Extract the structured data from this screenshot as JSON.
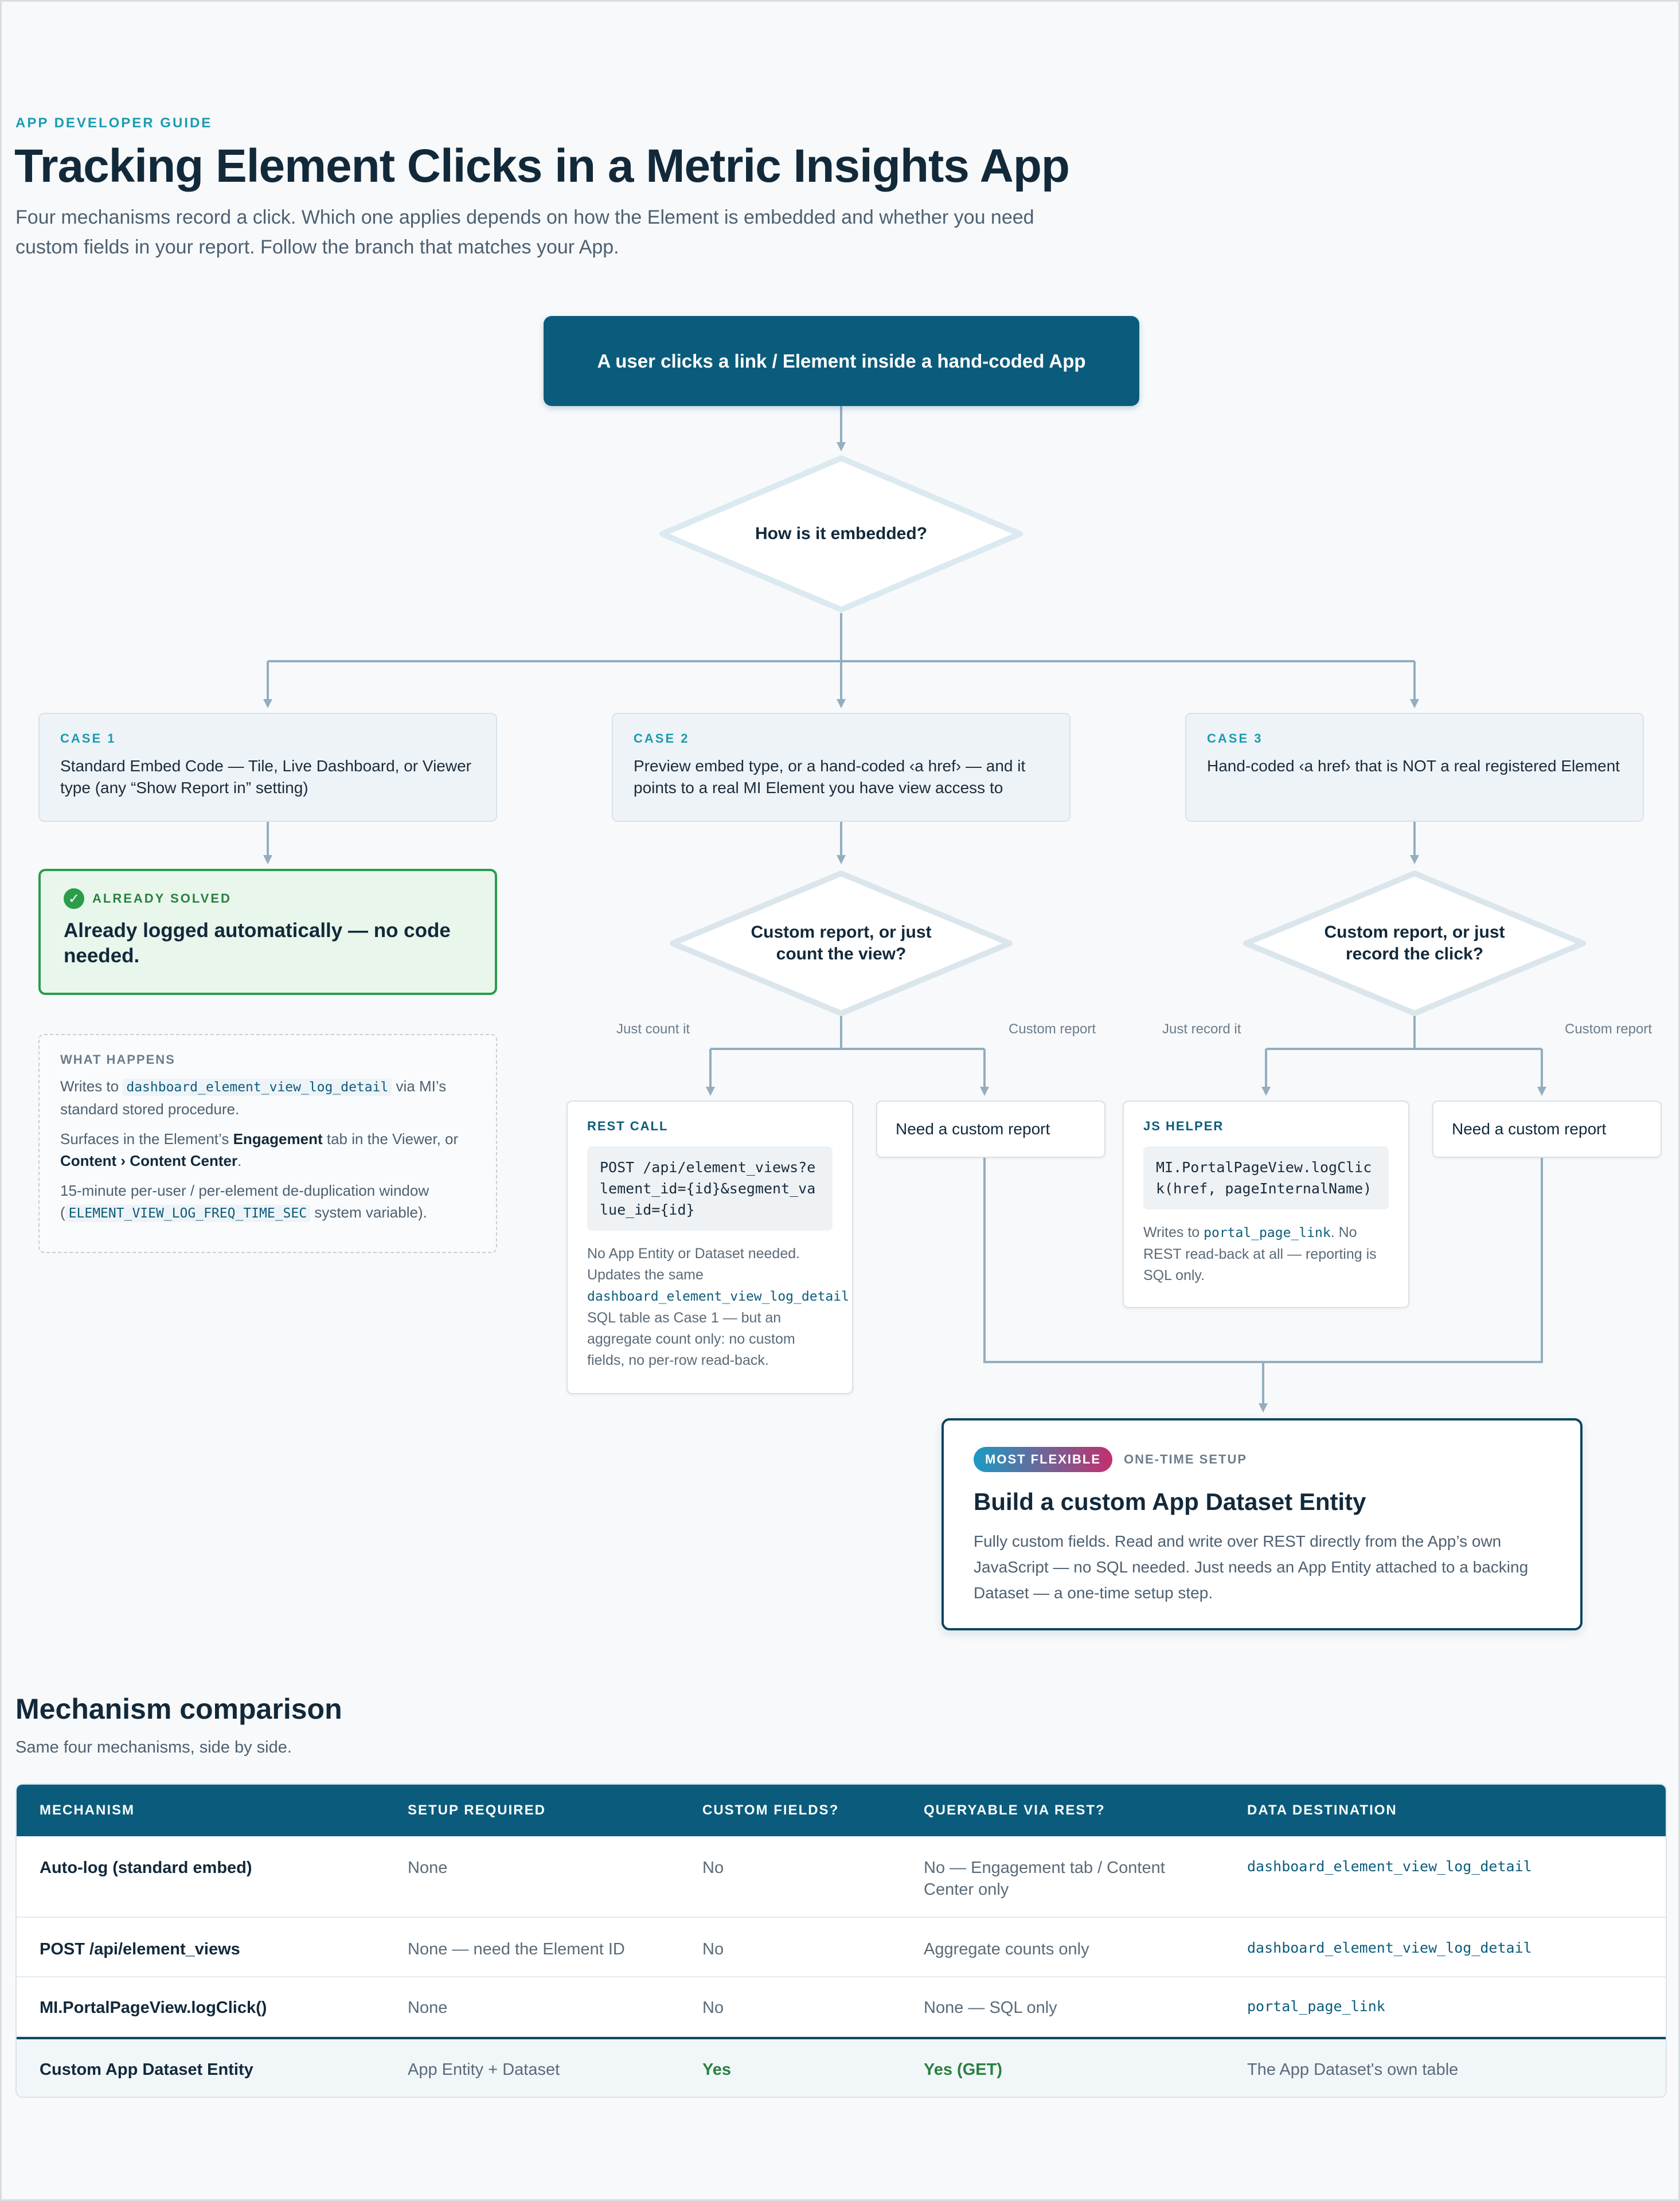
{
  "header": {
    "eyebrow": "APP DEVELOPER GUIDE",
    "title": "Tracking Element Clicks in a Metric Insights App",
    "subtitle": "Four mechanisms record a click. Which one applies depends on how the Element is embedded and whether you need custom fields in your report. Follow the branch that matches your App."
  },
  "flow": {
    "start": "A user clicks a link / Element inside a hand-coded App",
    "decision_embed": "How is it embedded?",
    "case1": {
      "tag": "CASE 1",
      "text": "Standard Embed Code — Tile, Live Dashboard, or Viewer type (any “Show Report in” setting)"
    },
    "case2": {
      "tag": "CASE 2",
      "text": "Preview embed type, or a hand-coded ‹a href› — and it points to a real MI Element you have view access to"
    },
    "case3": {
      "tag": "CASE 3",
      "text": "Hand-coded ‹a href› that is NOT a real registered Element"
    },
    "solved": {
      "tag": "ALREADY SOLVED",
      "text": "Already logged automatically — no code needed."
    },
    "what_happens": {
      "tag": "WHAT HAPPENS",
      "line1_pre": "Writes to",
      "line1_code": "dashboard_element_view_log_detail",
      "line1_post": "via MI’s standard stored procedure.",
      "line2_pre": "Surfaces in the Element’s",
      "line2_bold1": "Engagement",
      "line2_mid": "tab in the Viewer, or",
      "line2_bold2": "Content › Content Center",
      "line2_end": ".",
      "line3_pre": "15-minute per-user / per-element de-duplication window (",
      "line3_code": "ELEMENT_VIEW_LOG_FREQ_TIME_SEC",
      "line3_post": "system variable)."
    },
    "decision_case2": "Custom report, or just count the view?",
    "decision_case3": "Custom report, or just record the click?",
    "label_just_count": "Just count it",
    "label_custom_report_a": "Custom report",
    "label_just_record": "Just record it",
    "label_custom_report_b": "Custom report",
    "rest_call": {
      "tag": "REST CALL",
      "code": "POST /api/element_views?element_id={id}&segment_value_id={id}",
      "note_pre": "No App Entity or Dataset needed. Updates the same",
      "note_code": "dashboard_element_view_log_detail",
      "note_post": "SQL table as Case 1 — but an aggregate count only: no custom fields, no per-row read-back."
    },
    "need_custom_a": "Need a custom report",
    "js_helper": {
      "tag": "JS HELPER",
      "code": "MI.PortalPageView.logClick(href, pageInternalName)",
      "note_pre": "Writes to",
      "note_code": "portal_page_link",
      "note_post": ". No REST read-back at all — reporting is SQL only."
    },
    "need_custom_b": "Need a custom report",
    "flexible": {
      "pill": "MOST FLEXIBLE",
      "setup": "ONE-TIME SETUP",
      "title": "Build a custom App Dataset Entity",
      "desc": "Fully custom fields. Read and write over REST directly from the App’s own JavaScript — no SQL needed. Just needs an App Entity attached to a backing Dataset — a one-time setup step."
    }
  },
  "comparison": {
    "title": "Mechanism comparison",
    "subtitle": "Same four mechanisms, side by side.",
    "columns": [
      "MECHANISM",
      "SETUP REQUIRED",
      "CUSTOM FIELDS?",
      "QUERYABLE VIA REST?",
      "DATA DESTINATION"
    ],
    "rows": [
      [
        "Auto-log (standard embed)",
        "None",
        "No",
        "No — Engagement tab / Content Center only",
        "dashboard_element_view_log_detail"
      ],
      [
        "POST /api/element_views",
        "None — need the Element ID",
        "No",
        "Aggregate counts only",
        "dashboard_element_view_log_detail"
      ],
      [
        "MI.PortalPageView.logClick()",
        "None",
        "No",
        "None — SQL only",
        "portal_page_link"
      ],
      [
        "Custom App Dataset Entity",
        "App Entity + Dataset",
        "Yes",
        "Yes (GET)",
        "The App Dataset's own table"
      ]
    ]
  },
  "colors": {
    "primary": "#0b5c7c",
    "accent": "#1a9bb0",
    "success": "#2a9c4a",
    "connector": "#93aebf"
  }
}
